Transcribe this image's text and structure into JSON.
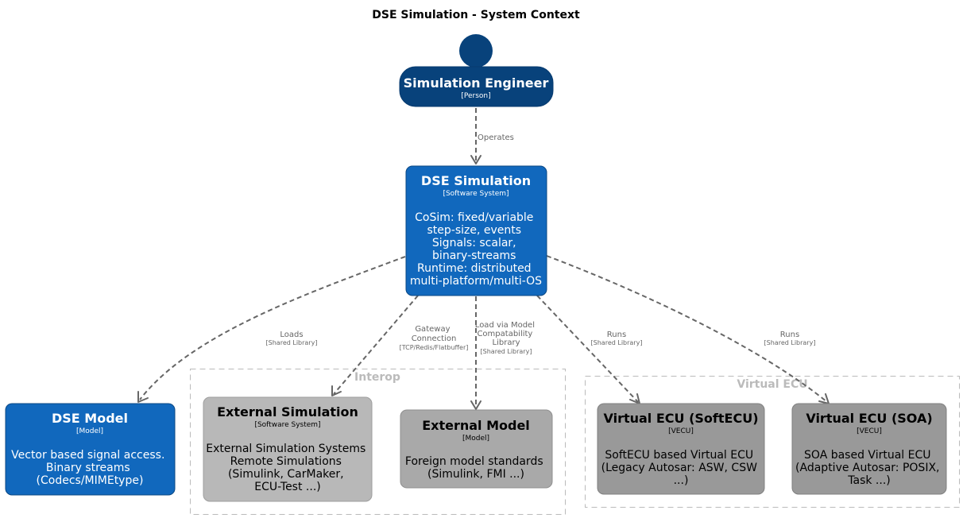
{
  "title": "DSE Simulation - System Context",
  "colors": {
    "person": "#08427b",
    "system": "#1168bd",
    "external_light": "#b8b8b8",
    "external_mid": "#a9a9a9",
    "vecu": "#999999",
    "edge": "#666666",
    "boundary": "#bbbbbb"
  },
  "nodes": {
    "engineer": {
      "name": "Simulation Engineer",
      "tag": "[Person]"
    },
    "dse_sim": {
      "name": "DSE Simulation",
      "tag": "[Software System]",
      "desc": [
        "CoSim: fixed/variable",
        "step-size, events",
        "Signals: scalar,",
        "binary-streams",
        "Runtime: distributed",
        "multi-platform/multi-OS"
      ]
    },
    "dse_model": {
      "name": "DSE Model",
      "tag": "[Model]",
      "desc": [
        "Vector based signal access.",
        "Binary streams",
        "(Codecs/MIMEtype)"
      ]
    },
    "ext_sim": {
      "name": "External Simulation",
      "tag": "[Software System]",
      "desc": [
        "External Simulation Systems",
        "Remote Simulations",
        "(Simulink, CarMaker,",
        "ECU-Test ...)"
      ]
    },
    "ext_model": {
      "name": "External Model",
      "tag": "[Model]",
      "desc": [
        "Foreign model standards",
        "(Simulink, FMI ...)"
      ]
    },
    "vecu_soft": {
      "name": "Virtual ECU (SoftECU)",
      "tag": "[VECU]",
      "desc": [
        "SoftECU based Virtual ECU",
        "(Legacy Autosar: ASW, CSW",
        "...)"
      ]
    },
    "vecu_soa": {
      "name": "Virtual ECU (SOA)",
      "tag": "[VECU]",
      "desc": [
        "SOA based Virtual ECU",
        "(Adaptive Autosar: POSIX,",
        "Task ...)"
      ]
    }
  },
  "boundaries": {
    "interop": "Interop",
    "vecu": "Virtual ECU"
  },
  "relations": {
    "operates": {
      "label": [
        "Operates"
      ],
      "tech": ""
    },
    "loads": {
      "label": [
        "Loads"
      ],
      "tech": "[Shared Library]"
    },
    "gateway": {
      "label": [
        "Gateway",
        "Connection"
      ],
      "tech": "[TCP/Redis/Flatbuffer]"
    },
    "load_via": {
      "label": [
        "Load via Model",
        "Compatability",
        "Library"
      ],
      "tech": "[Shared Library]"
    },
    "runs_soft": {
      "label": [
        "Runs"
      ],
      "tech": "[Shared Library]"
    },
    "runs_soa": {
      "label": [
        "Runs"
      ],
      "tech": "[Shared Library]"
    }
  }
}
